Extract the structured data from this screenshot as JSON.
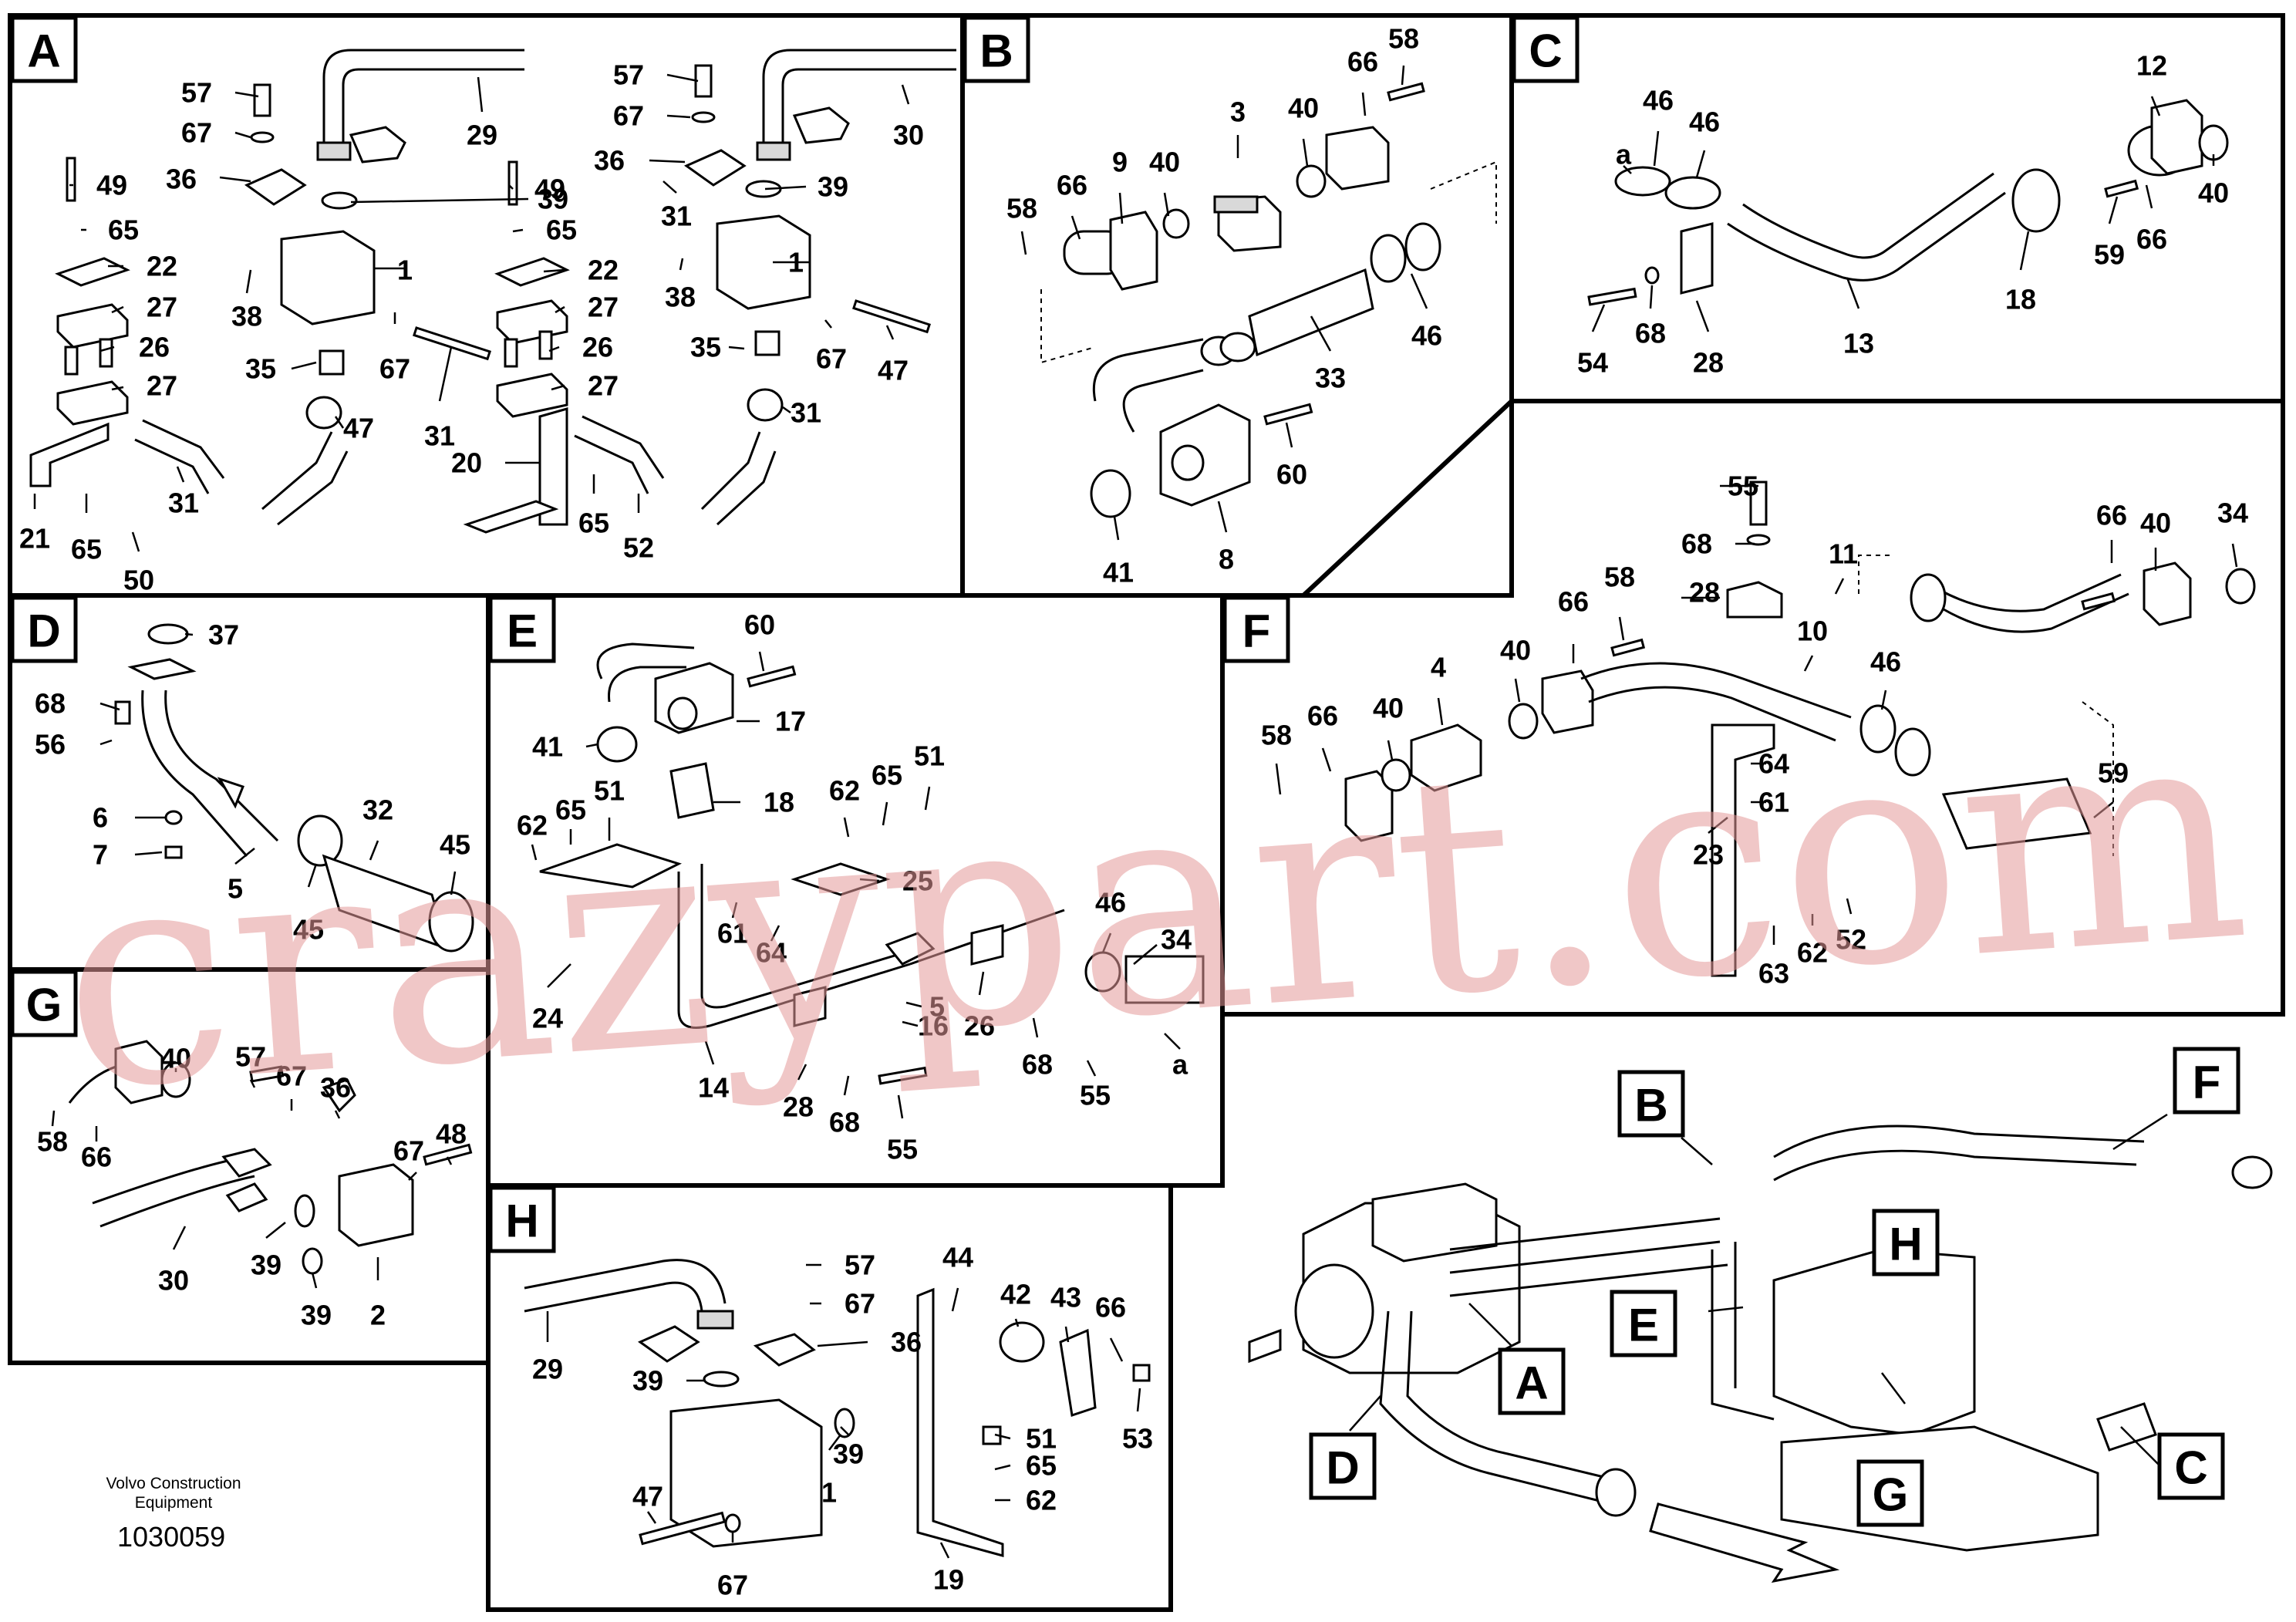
{
  "document": {
    "manufacturer_caption": [
      "Volvo Construction",
      "Equipment"
    ],
    "document_number": "1030059",
    "watermark": "crazypart.com"
  },
  "panels": {
    "A": {
      "letter": "A",
      "callouts": [
        "57",
        "67",
        "36",
        "49",
        "65",
        "22",
        "27",
        "26",
        "27",
        "21",
        "65",
        "50",
        "31",
        "29",
        "39",
        "1",
        "38",
        "35",
        "67",
        "31",
        "47",
        "57",
        "67",
        "36",
        "49",
        "65",
        "22",
        "27",
        "26",
        "27",
        "20",
        "65",
        "52",
        "31",
        "30",
        "39",
        "1",
        "38",
        "35",
        "67",
        "31",
        "47"
      ]
    },
    "B": {
      "letter": "B",
      "callouts": [
        "58",
        "66",
        "9",
        "40",
        "3",
        "40",
        "66",
        "58",
        "33",
        "46",
        "60",
        "41",
        "8"
      ]
    },
    "C": {
      "letter": "C",
      "callouts": [
        "46",
        "a",
        "46",
        "54",
        "68",
        "28",
        "13",
        "12",
        "40",
        "59",
        "66",
        "18"
      ]
    },
    "D": {
      "letter": "D",
      "callouts": [
        "37",
        "68",
        "56",
        "6",
        "7",
        "5",
        "32",
        "45",
        "45"
      ]
    },
    "E": {
      "letter": "E",
      "callouts": [
        "60",
        "17",
        "41",
        "18",
        "65",
        "51",
        "62",
        "62",
        "65",
        "51",
        "25",
        "61",
        "64",
        "24",
        "5",
        "16",
        "26",
        "68",
        "34",
        "46",
        "14",
        "28",
        "68",
        "55",
        "55",
        "a"
      ]
    },
    "F": {
      "letter": "F",
      "callouts": [
        "58",
        "66",
        "40",
        "4",
        "40",
        "66",
        "58",
        "28",
        "68",
        "55",
        "10",
        "46",
        "11",
        "59",
        "66",
        "40",
        "34",
        "64",
        "61",
        "23",
        "63",
        "62",
        "52"
      ]
    },
    "G": {
      "letter": "G",
      "callouts": [
        "40",
        "58",
        "66",
        "57",
        "67",
        "36",
        "67",
        "48",
        "30",
        "39",
        "39",
        "2"
      ]
    },
    "H": {
      "letter": "H",
      "callouts": [
        "57",
        "67",
        "36",
        "29",
        "39",
        "1",
        "39",
        "47",
        "67",
        "44",
        "42",
        "43",
        "66",
        "51",
        "65",
        "62",
        "53",
        "19"
      ]
    }
  },
  "overview_labels": [
    "A",
    "B",
    "C",
    "D",
    "E",
    "F",
    "G",
    "H"
  ]
}
